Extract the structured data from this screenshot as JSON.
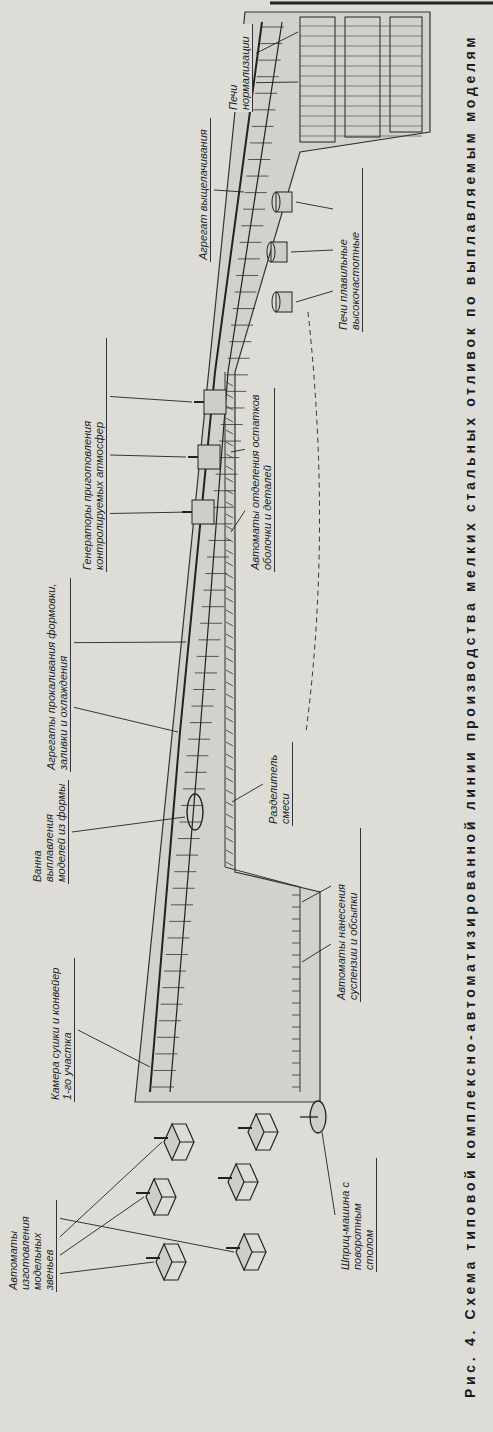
{
  "diagram": {
    "caption": "Рис. 4. Схема типовой комплексно-автоматизированной линии производства мелких стальных отливок по выплавляемым моделям",
    "labels": [
      "Автоматы изготовления модельных звеньев",
      "Камера сушки и конвейер 1-го участка",
      "Ванна выплавления моделей из формы",
      "Агрегаты прокаливания формовки, заливки и охлаждения",
      "Генераторы приготовления контролируемых атмосфер",
      "Агрегат выщелачивания",
      "Печи нормализации",
      "Шприц-машина с поворотным столом",
      "Автоматы нанесения суспензии и обсыпки",
      "Разделитель смеси",
      "Автоматы отделения остатков оболочки и деталей",
      "Печи плавильные высокочастотные"
    ]
  }
}
